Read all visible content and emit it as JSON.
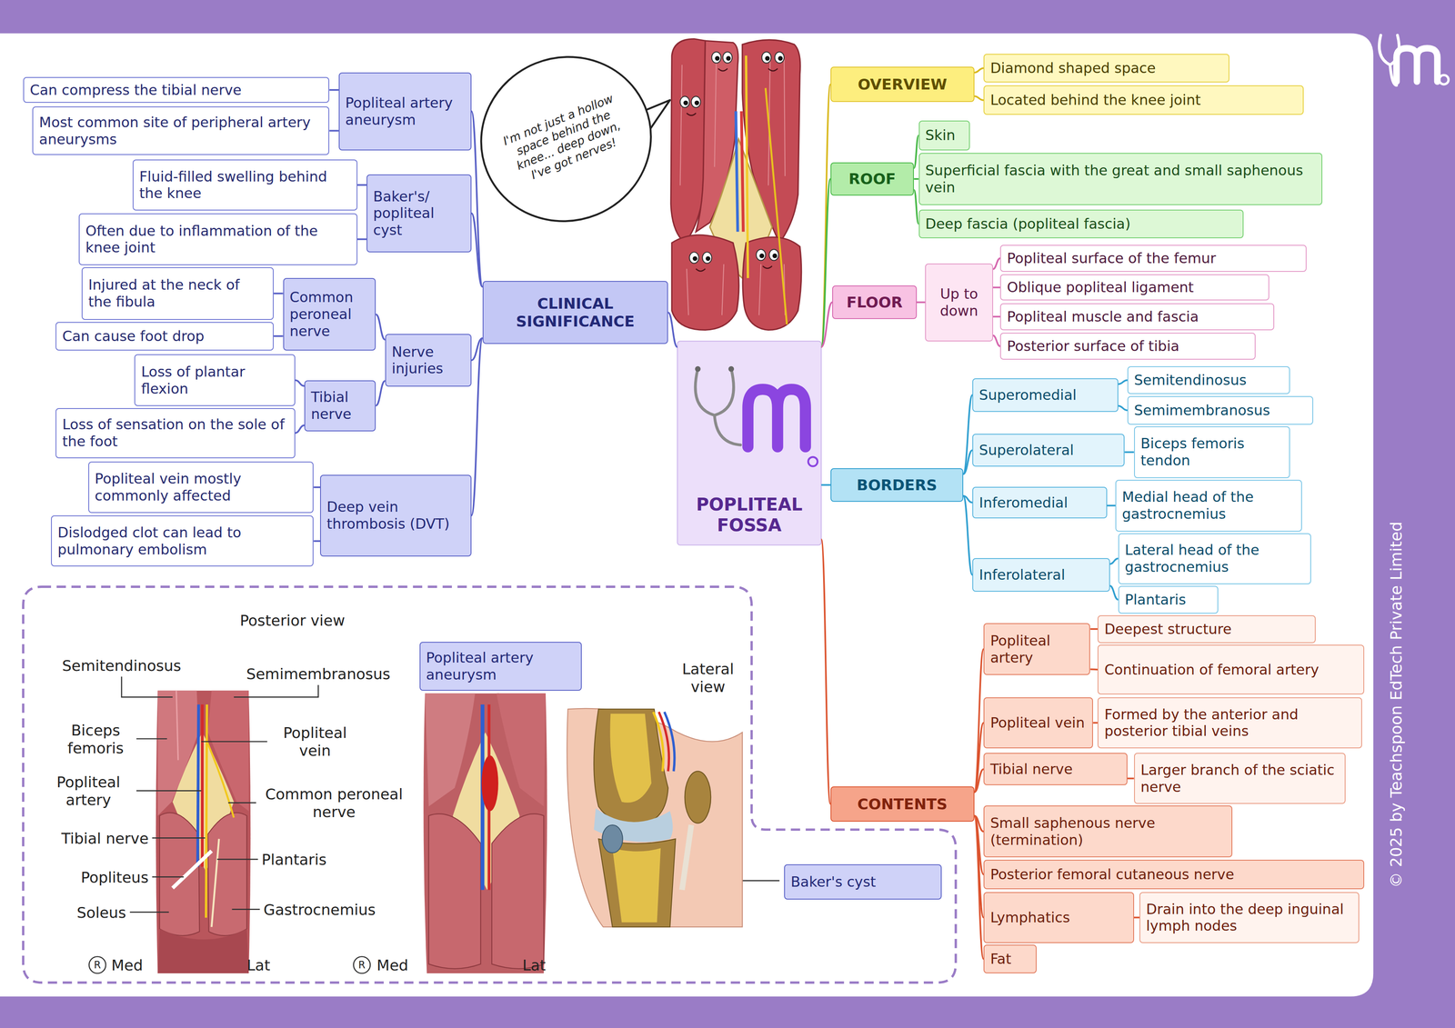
{
  "diagram": {
    "nodes": [
      {
        "text": [
          "POPLITEAL FOSSA"
        ]
      },
      {
        "text": [
          "OVERVIEW"
        ]
      },
      {
        "text": [
          "Diamond shaped space"
        ]
      },
      {
        "text": [
          "Located behind the knee joint"
        ]
      },
      {
        "text": [
          "ROOF"
        ]
      },
      {
        "text": [
          "Skin"
        ]
      },
      {
        "text": [
          "Superficial fascia with the great and small saphenous vein"
        ]
      },
      {
        "text": [
          "Deep fascia (popliteal fascia)"
        ]
      },
      {
        "text": [
          "FLOOR"
        ]
      },
      {
        "text": [
          "Up to down"
        ]
      },
      {
        "text": [
          "Popliteal surface of the femur"
        ]
      },
      {
        "text": [
          "Oblique popliteal ligament"
        ]
      },
      {
        "text": [
          "Popliteal muscle and fascia"
        ]
      },
      {
        "text": [
          "Posterior surface of tibia"
        ]
      },
      {
        "text": [
          "BORDERS"
        ]
      },
      {
        "text": [
          "Superomedial"
        ]
      },
      {
        "text": [
          "Semitendinosus"
        ]
      },
      {
        "text": [
          "Semimembranosus"
        ]
      },
      {
        "text": [
          "Superolateral"
        ]
      },
      {
        "text": [
          "Biceps femoris tendon"
        ]
      },
      {
        "text": [
          "Inferomedial"
        ]
      },
      {
        "text": [
          "Medial head of the gastrocnemius"
        ]
      },
      {
        "text": [
          "Inferolateral"
        ]
      },
      {
        "text": [
          "Lateral head of the gastrocnemius"
        ]
      },
      {
        "text": [
          "Plantaris"
        ]
      },
      {
        "text": [
          "CONTENTS"
        ]
      },
      {
        "text": [
          "Popliteal artery"
        ]
      },
      {
        "text": [
          "Deepest structure"
        ]
      },
      {
        "text": [
          "Continuation of femoral artery"
        ]
      },
      {
        "text": [
          "Popliteal vein"
        ]
      },
      {
        "text": [
          "Formed by the anterior and posterior tibial veins"
        ]
      },
      {
        "text": [
          "Tibial nerve"
        ]
      },
      {
        "text": [
          "Larger branch of the sciatic nerve"
        ]
      },
      {
        "text": [
          "Small saphenous nerve (termination)"
        ]
      },
      {
        "text": [
          "Posterior femoral cutaneous nerve"
        ]
      },
      {
        "text": [
          "Lymphatics"
        ]
      },
      {
        "text": [
          "Drain into the deep inguinal lymph nodes"
        ]
      },
      {
        "text": [
          "Fat"
        ]
      },
      {
        "text": [
          "CLINICAL SIGNIFICANCE"
        ]
      },
      {
        "text": [
          "Popliteal artery aneurysm"
        ]
      },
      {
        "text": [
          "Can compress the tibial nerve"
        ]
      },
      {
        "text": [
          "Most common site of peripheral artery aneurysms"
        ]
      },
      {
        "text": [
          "Baker's/ popliteal cyst"
        ]
      },
      {
        "text": [
          "Fluid-filled swelling behind the knee"
        ]
      },
      {
        "text": [
          "Often due to inflammation of the knee joint"
        ]
      },
      {
        "text": [
          "Nerve injuries"
        ]
      },
      {
        "text": [
          "Common peroneal nerve"
        ]
      },
      {
        "text": [
          "Injured at the neck of the fibula"
        ]
      },
      {
        "text": [
          "Can cause foot drop"
        ]
      },
      {
        "text": [
          "Tibial nerve"
        ]
      },
      {
        "text": [
          "Loss of plantar flexion"
        ]
      },
      {
        "text": [
          "Loss of sensation on the sole of the foot"
        ]
      },
      {
        "text": [
          "Deep vein thrombosis (DVT)"
        ]
      },
      {
        "text": [
          "Popliteal vein mostly commonly affected"
        ]
      },
      {
        "text": [
          "Dislodged clot can lead to pulmonary embolism"
        ]
      },
      {
        "text": [
          "I'm not just a hollow space behind the knee... deep down, I've got nerves!"
        ]
      },
      {
        "text": [
          "Popliteal artery aneurysm"
        ]
      },
      {
        "text": [
          "Baker's cyst"
        ]
      }
    ],
    "edges": [
      {
        "from": 0,
        "to": 1,
        "arrow": "none"
      },
      {
        "from": 1,
        "to": 2,
        "arrow": "none"
      },
      {
        "from": 1,
        "to": 3,
        "arrow": "none"
      },
      {
        "from": 0,
        "to": 4,
        "arrow": "none"
      },
      {
        "from": 4,
        "to": 5,
        "arrow": "none"
      },
      {
        "from": 4,
        "to": 6,
        "arrow": "none"
      },
      {
        "from": 4,
        "to": 7,
        "arrow": "none"
      },
      {
        "from": 0,
        "to": 8,
        "arrow": "none"
      },
      {
        "from": 8,
        "to": 9,
        "arrow": "none"
      },
      {
        "from": 9,
        "to": 10,
        "arrow": "none"
      },
      {
        "from": 9,
        "to": 11,
        "arrow": "none"
      },
      {
        "from": 9,
        "to": 12,
        "arrow": "none"
      },
      {
        "from": 9,
        "to": 13,
        "arrow": "none"
      },
      {
        "from": 0,
        "to": 14,
        "arrow": "none"
      },
      {
        "from": 14,
        "to": 15,
        "arrow": "none"
      },
      {
        "from": 15,
        "to": 16,
        "arrow": "none"
      },
      {
        "from": 15,
        "to": 17,
        "arrow": "none"
      },
      {
        "from": 14,
        "to": 18,
        "arrow": "none"
      },
      {
        "from": 18,
        "to": 19,
        "arrow": "none"
      },
      {
        "from": 14,
        "to": 20,
        "arrow": "none"
      },
      {
        "from": 20,
        "to": 21,
        "arrow": "none"
      },
      {
        "from": 14,
        "to": 22,
        "arrow": "none"
      },
      {
        "from": 22,
        "to": 23,
        "arrow": "none"
      },
      {
        "from": 22,
        "to": 24,
        "arrow": "none"
      },
      {
        "from": 0,
        "to": 25,
        "arrow": "none"
      },
      {
        "from": 25,
        "to": 26,
        "arrow": "none"
      },
      {
        "from": 26,
        "to": 27,
        "arrow": "none"
      },
      {
        "from": 26,
        "to": 28,
        "arrow": "none"
      },
      {
        "from": 25,
        "to": 29,
        "arrow": "none"
      },
      {
        "from": 29,
        "to": 30,
        "arrow": "none"
      },
      {
        "from": 25,
        "to": 31,
        "arrow": "none"
      },
      {
        "from": 31,
        "to": 32,
        "arrow": "none"
      },
      {
        "from": 25,
        "to": 33,
        "arrow": "none"
      },
      {
        "from": 25,
        "to": 34,
        "arrow": "none"
      },
      {
        "from": 25,
        "to": 35,
        "arrow": "none"
      },
      {
        "from": 35,
        "to": 36,
        "arrow": "none"
      },
      {
        "from": 25,
        "to": 37,
        "arrow": "none"
      },
      {
        "from": 0,
        "to": 38,
        "arrow": "none"
      },
      {
        "from": 38,
        "to": 39,
        "arrow": "none"
      },
      {
        "from": 39,
        "to": 40,
        "arrow": "none"
      },
      {
        "from": 39,
        "to": 41,
        "arrow": "none"
      },
      {
        "from": 38,
        "to": 42,
        "arrow": "none"
      },
      {
        "from": 42,
        "to": 43,
        "arrow": "none"
      },
      {
        "from": 42,
        "to": 44,
        "arrow": "none"
      },
      {
        "from": 38,
        "to": 45,
        "arrow": "none"
      },
      {
        "from": 45,
        "to": 46,
        "arrow": "none"
      },
      {
        "from": 46,
        "to": 47,
        "arrow": "none"
      },
      {
        "from": 46,
        "to": 48,
        "arrow": "none"
      },
      {
        "from": 45,
        "to": 49,
        "arrow": "none"
      },
      {
        "from": 49,
        "to": 50,
        "arrow": "none"
      },
      {
        "from": 49,
        "to": 51,
        "arrow": "none"
      },
      {
        "from": 38,
        "to": 52,
        "arrow": "none"
      },
      {
        "from": 52,
        "to": 53,
        "arrow": "none"
      },
      {
        "from": 52,
        "to": 54,
        "arrow": "none"
      }
    ],
    "labels": [
      "Posterior view",
      "Semitendinosus",
      "Semimembranosus",
      "Biceps femoris",
      "Popliteal vein",
      "Popliteal artery",
      "Common peroneal nerve",
      "Tibial nerve",
      "Plantaris",
      "Popliteus",
      "Soleus",
      "Gastrocnemius",
      "R",
      "Med",
      "Lat",
      "R",
      "Med",
      "Lat",
      "Lateral view",
      "© 2025 by Teachspoon EdTech Private Limited"
    ]
  }
}
